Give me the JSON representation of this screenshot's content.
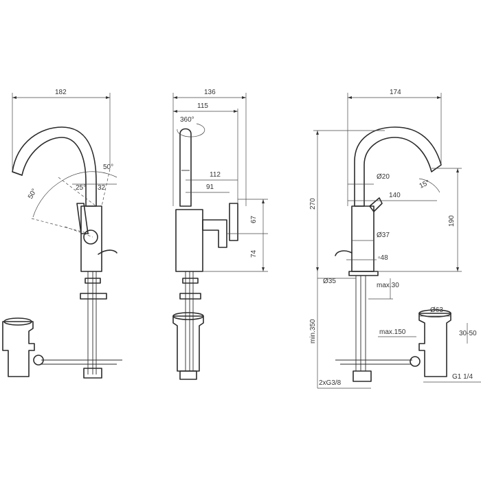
{
  "left_view": {
    "width": "182",
    "angle_a": "50°",
    "angle_b": "25°",
    "dim_32": "32",
    "angle_c": "50°"
  },
  "side_view": {
    "width": "136",
    "width_inner": "115",
    "rotation": "360°",
    "dim_112": "112",
    "dim_91": "91",
    "dim_67": "67",
    "dim_74": "74"
  },
  "right_view": {
    "width": "174",
    "height": "270",
    "dia_spout": "Ø20",
    "angle": "15°",
    "dim_140": "140",
    "dim_190": "190",
    "dia_body": "Ø37",
    "base_48": "▫48",
    "dia_hole": "Ø35",
    "max_30": "max.30",
    "min_350": "min.350",
    "dia_63": "Ø63",
    "range": "30-50",
    "max_150": "max.150",
    "thread": "G1 1/4",
    "hoses": "2xG3/8"
  }
}
